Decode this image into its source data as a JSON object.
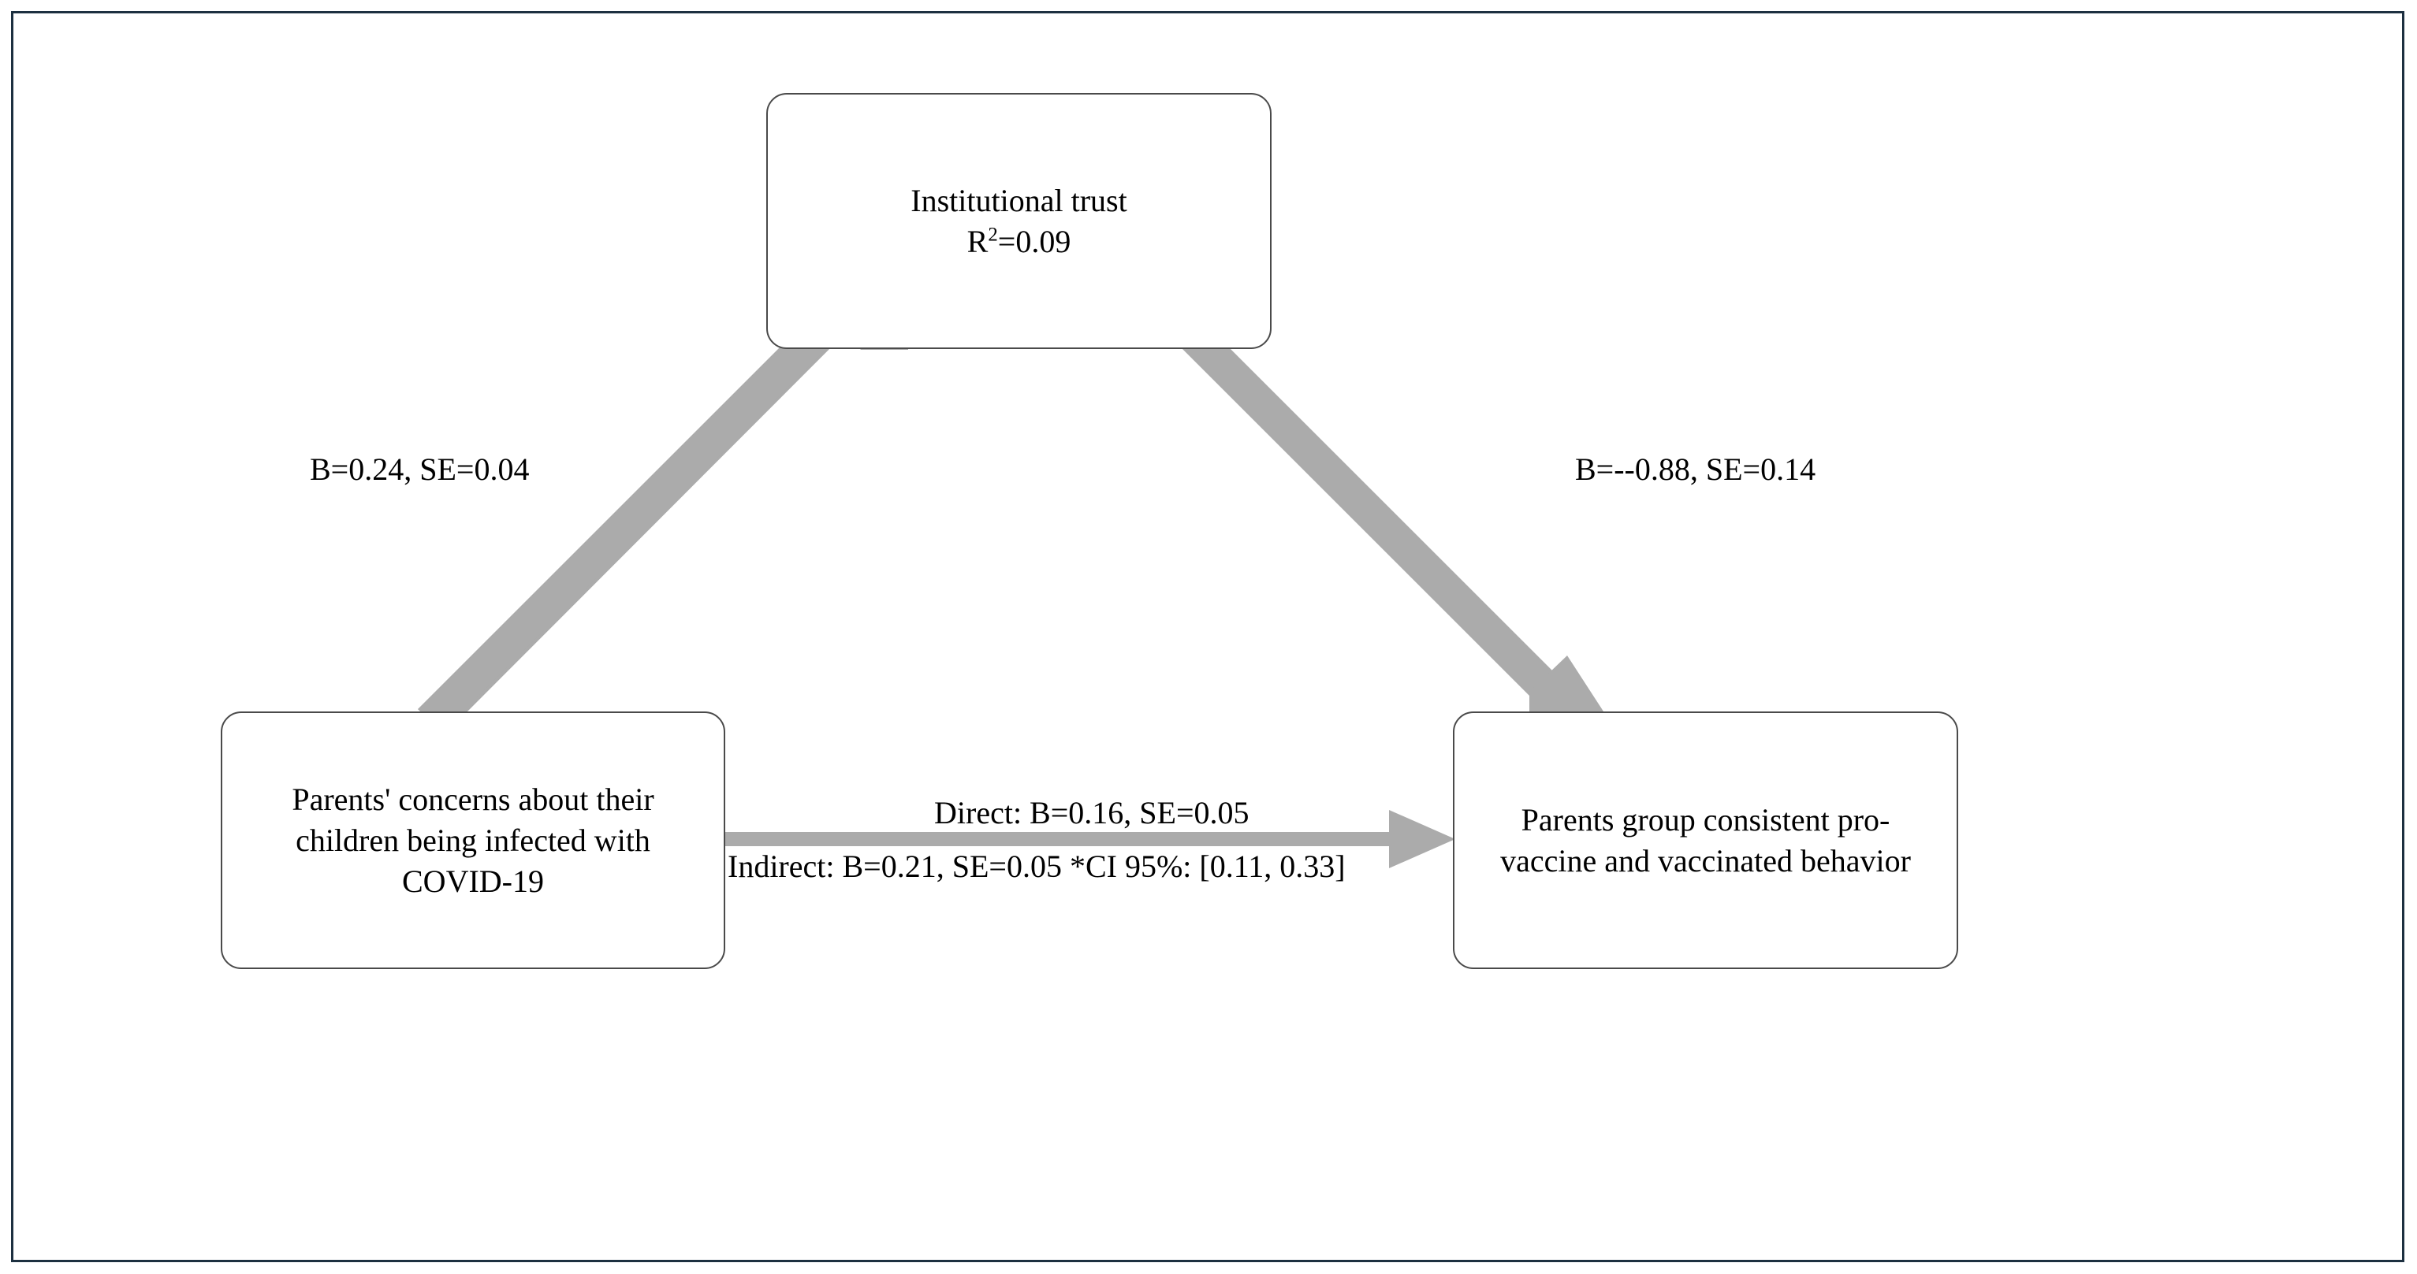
{
  "figure": {
    "type": "mediation-path-diagram",
    "frame_color": "#1d3040",
    "arrow_color": "#ababab",
    "node_border_color": "#4a4a4a",
    "text_color": "#000000"
  },
  "nodes": {
    "mediator": {
      "name": "Institutional trust",
      "r_squared_prefix": "R",
      "r_squared_exponent": "2",
      "r_squared_value": "=0.09"
    },
    "predictor": {
      "line1": "Parents' concerns about their",
      "line2": "children being infected with",
      "line3": "COVID-19"
    },
    "outcome": {
      "line1": "Parents group consistent pro-",
      "line2": "vaccine and vaccinated behavior"
    }
  },
  "paths": {
    "a_path_label": "B=0.24, SE=0.04",
    "b_path_label": "B=--0.88, SE=0.14",
    "direct_label": "Direct: B=0.16, SE=0.05",
    "indirect_label": "Indirect: B=0.21, SE=0.05 *CI 95%: [0.11, 0.33]"
  },
  "chart_data": {
    "type": "diagram",
    "title": "",
    "model": "mediation",
    "variables": [
      {
        "id": "predictor",
        "role": "independent",
        "label": "Parents' concerns about their children being infected with COVID-19"
      },
      {
        "id": "mediator",
        "role": "mediator",
        "label": "Institutional trust",
        "r2": 0.09
      },
      {
        "id": "outcome",
        "role": "dependent",
        "label": "Parents group consistent pro-vaccine and vaccinated behavior"
      }
    ],
    "edges": [
      {
        "from": "predictor",
        "to": "mediator",
        "path": "a",
        "B": 0.24,
        "SE": 0.04,
        "label": "B=0.24, SE=0.04"
      },
      {
        "from": "mediator",
        "to": "outcome",
        "path": "b",
        "B": -0.88,
        "SE": 0.14,
        "label": "B=--0.88, SE=0.14"
      },
      {
        "from": "predictor",
        "to": "outcome",
        "path": "c'",
        "effect": "direct",
        "B": 0.16,
        "SE": 0.05,
        "label": "Direct: B=0.16, SE=0.05"
      },
      {
        "from": "predictor",
        "to": "outcome",
        "path": "ab",
        "effect": "indirect",
        "B": 0.21,
        "SE": 0.05,
        "ci_95": [
          0.11,
          0.33
        ],
        "label": "Indirect: B=0.21, SE=0.05 *CI 95%: [0.11, 0.33]"
      }
    ]
  }
}
